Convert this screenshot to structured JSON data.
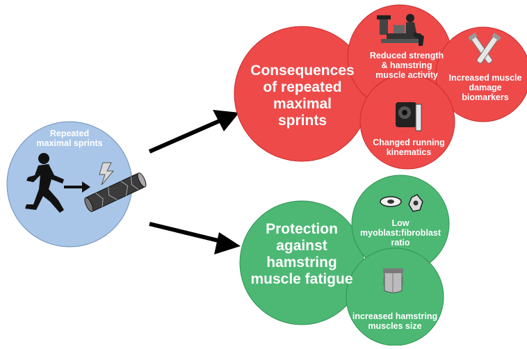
{
  "colors": {
    "source_circle": "#a9c6e8",
    "consequence_circle": "#ee4a4a",
    "protection_circle": "#4cb874",
    "arrow": "#000000",
    "text": "#ffffff"
  },
  "source": {
    "label": "Repeated\nmaximal sprints",
    "icons": [
      "running-person-icon",
      "arrow-right-icon",
      "lightning-icon",
      "muscle-fiber-icon"
    ]
  },
  "consequences": {
    "title": "Consequences\nof repeated\nmaximal\nsprints",
    "items": [
      {
        "label": "Reduced strength\n& hamstring\nmuscle activity",
        "icon": "dynamometer-icon"
      },
      {
        "label": "Increased muscle\ndamage\nbiomarkers",
        "icon": "test-tubes-icon"
      },
      {
        "label": "Changed running\nkinematics",
        "icon": "treadmill-icon"
      }
    ]
  },
  "protection": {
    "title": "Protection\nagainst\nhamstring\nmuscle fatigue",
    "items": [
      {
        "label": "Low\nmyoblast:fibroblast\nratio",
        "icon": "cells-icon"
      },
      {
        "label": "increased hamstring\nmuscles size",
        "icon": "thigh-icon"
      }
    ]
  }
}
